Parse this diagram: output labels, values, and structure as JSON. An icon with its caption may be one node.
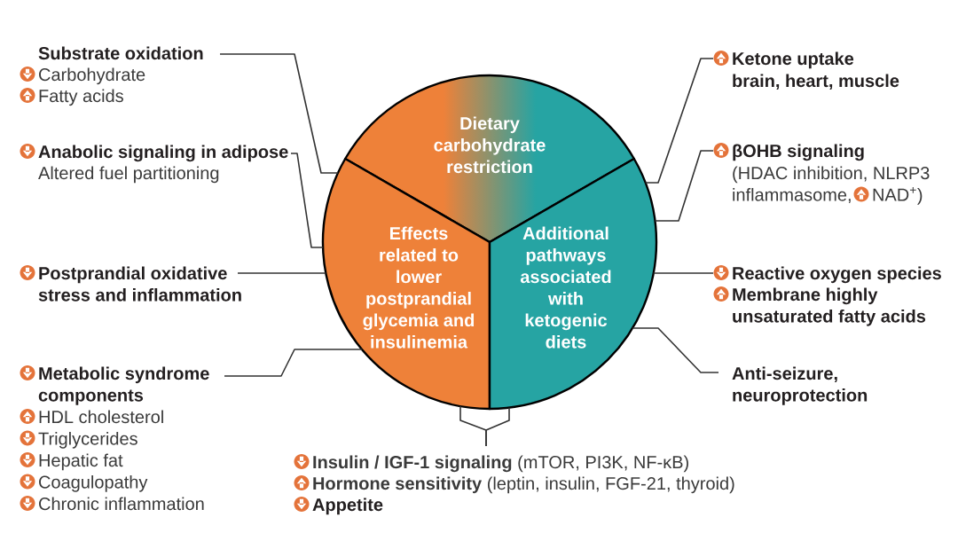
{
  "diagram": {
    "nodes": [
      {
        "text": [
          "Dietary carbohydrate restriction"
        ]
      },
      {
        "text": [
          "Effects related to lower postprandial glycemia and insulinemia"
        ]
      },
      {
        "text": [
          "Additional pathways associated with ketogenic diets"
        ]
      },
      {
        "text": [
          "Substrate oxidation",
          "Carbohydrate",
          "Fatty acids"
        ]
      },
      {
        "text": [
          "Anabolic signaling in adipose",
          "Altered fuel partitioning"
        ]
      },
      {
        "text": [
          "Postprandial oxidative stress and inflammation"
        ]
      },
      {
        "text": [
          "Metabolic syndrome components",
          "HDL cholesterol",
          "Triglycerides",
          "Hepatic fat",
          "Coagulopathy",
          "Chronic inflammation"
        ]
      },
      {
        "text": [
          "Ketone uptake",
          "brain, heart, muscle"
        ]
      },
      {
        "text": [
          "βOHB signaling",
          "(HDAC inhibition, NLRP3",
          "inflammasome,",
          "NAD$^{+}$)"
        ]
      },
      {
        "text": [
          "Reactive oxygen species",
          "Membrane highly unsaturated fatty acids"
        ]
      },
      {
        "text": [
          "Anti-seizure, neuroprotection"
        ]
      },
      {
        "text": [
          "**Insulin / IGF-1 signaling** (mTOR, PI3K, NF-κB)",
          "**Hormone sensitivity** (leptin, insulin, FGF-21, thyroid)",
          "Appetite"
        ]
      }
    ],
    "edges": [
      {
        "from": 3,
        "to": 1,
        "arrow": "none"
      },
      {
        "from": 4,
        "to": 1,
        "arrow": "none"
      },
      {
        "from": 5,
        "to": 1,
        "arrow": "none"
      },
      {
        "from": 6,
        "to": 1,
        "arrow": "none"
      },
      {
        "from": 7,
        "to": 2,
        "arrow": "none"
      },
      {
        "from": 8,
        "to": 2,
        "arrow": "none"
      },
      {
        "from": 9,
        "to": 2,
        "arrow": "none"
      },
      {
        "from": 10,
        "to": 2,
        "arrow": "none"
      },
      {
        "from": 11,
        "to": 1,
        "arrow": "none"
      },
      {
        "from": 11,
        "to": 2,
        "arrow": "none"
      }
    ]
  }
}
